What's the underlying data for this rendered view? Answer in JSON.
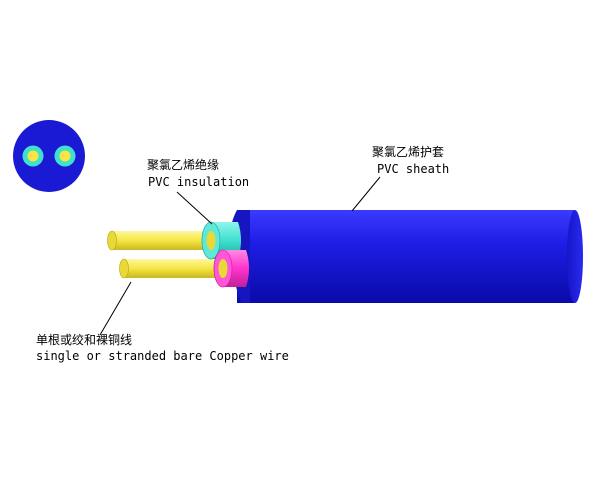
{
  "labels": {
    "insulation_cn": "聚氯乙烯绝缘",
    "insulation_en": "PVC insulation",
    "sheath_cn": "聚氯乙烯护套",
    "sheath_en": "PVC sheath",
    "conductor_cn": "单根或绞和裸铜线",
    "conductor_en": "single or stranded bare Copper wire"
  },
  "colors": {
    "sheath": "#1a1ad4",
    "insulation_top": "#40e0d0",
    "insulation_bottom": "#ff33cc",
    "conductor": "#f5e642",
    "leader_line": "#000000",
    "background": "#ffffff"
  },
  "icons": {
    "cross_section": "cable-cross-section-icon"
  }
}
